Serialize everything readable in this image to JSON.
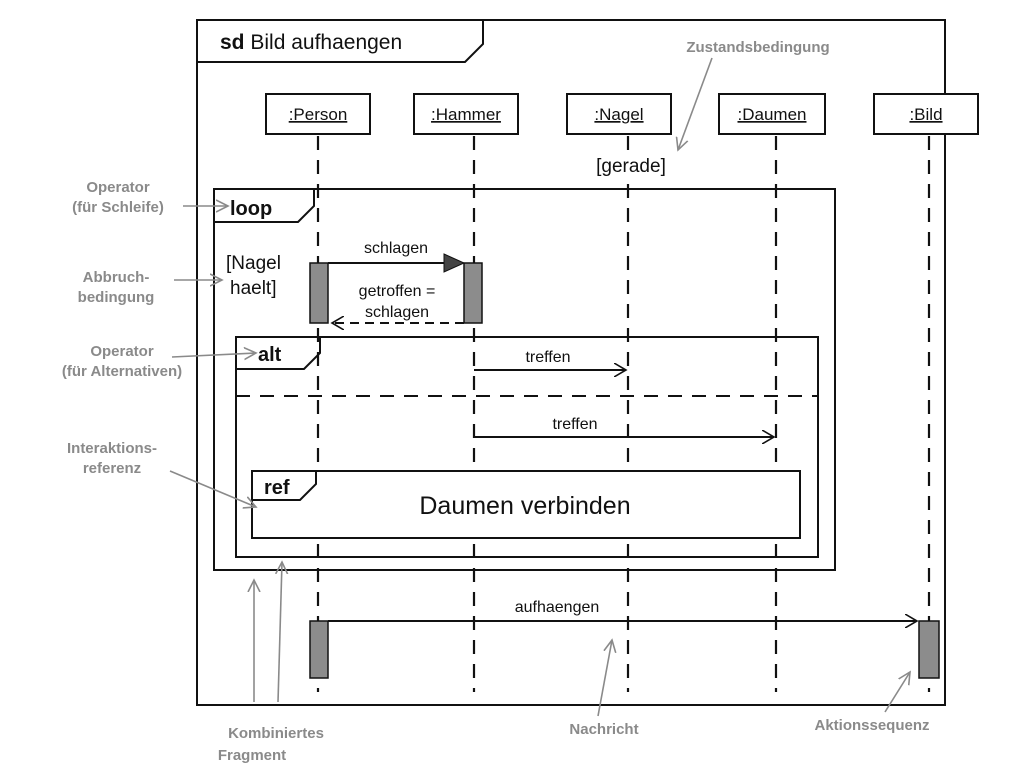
{
  "frame": {
    "keyword": "sd",
    "title": "Bild aufhaengen"
  },
  "lifelines": [
    {
      "label": ":Person"
    },
    {
      "label": ":Hammer"
    },
    {
      "label": ":Nagel"
    },
    {
      "label": ":Daumen"
    },
    {
      "label": ":Bild"
    }
  ],
  "state_invariant": "[gerade]",
  "fragments": {
    "loop": {
      "operator": "loop",
      "guard_line1": "[Nagel",
      "guard_line2": "haelt]"
    },
    "alt": {
      "operator": "alt"
    },
    "ref": {
      "operator": "ref",
      "name": "Daumen verbinden"
    }
  },
  "messages": {
    "schlagen": "schlagen",
    "reply_line1": "getroffen =",
    "reply_line2": "schlagen",
    "treffen_nagel": "treffen",
    "treffen_daumen": "treffen",
    "aufhaengen": "aufhaengen"
  },
  "annotations": {
    "zustandsbedingung": "Zustandsbedingung",
    "operator_loop_line1": "Operator",
    "operator_loop_line2": "(für Schleife)",
    "abbruch_line1": "Abbruch-",
    "abbruch_line2": "bedingung",
    "operator_alt_line1": "Operator",
    "operator_alt_line2": "(für Alternativen)",
    "interaktion_line1": "Interaktions-",
    "interaktion_line2": "referenz",
    "kombiniert_line1": "Kombiniertes",
    "kombiniert_line2": "Fragment",
    "nachricht": "Nachricht",
    "aktionssequenz": "Aktionssequenz"
  },
  "colors": {
    "line": "#111111",
    "annotation": "#8a8a8a",
    "activation": "#8c8c8c"
  }
}
